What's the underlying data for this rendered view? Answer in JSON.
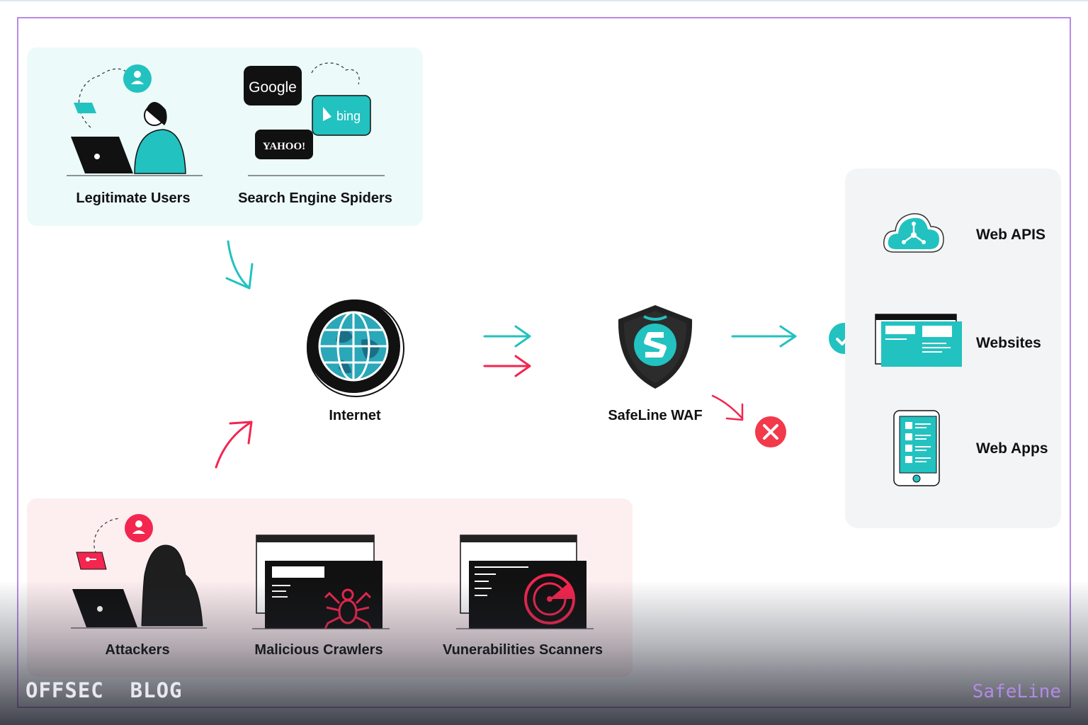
{
  "sources_good": {
    "legitimate_users": "Legitimate Users",
    "search_engine_spiders": "Search Engine Spiders",
    "logos": {
      "google": "Google",
      "bing": "bing",
      "yahoo": "YAHOO!"
    }
  },
  "sources_bad": {
    "attackers": "Attackers",
    "malicious_crawlers": "Malicious Crawlers",
    "vulnerability_scanners": "Vunerabilities Scanners"
  },
  "internet_label": "Internet",
  "waf_label": "SafeLine WAF",
  "targets": {
    "web_apis": "Web APIS",
    "websites": "Websites",
    "web_apps": "Web Apps"
  },
  "footer": {
    "brand": "OFFSEC  BLOG",
    "watermark": "SafeLine"
  },
  "colors": {
    "teal": "#22c2c0",
    "red": "#f2264f",
    "frame": "#b88ae6",
    "dark": "#1b1b1b"
  },
  "icons": [
    "user-icon",
    "globe-icon",
    "shield-icon",
    "check-icon",
    "block-icon",
    "spider-icon",
    "radar-icon",
    "cloud-icon",
    "browser-icon",
    "phone-icon"
  ]
}
